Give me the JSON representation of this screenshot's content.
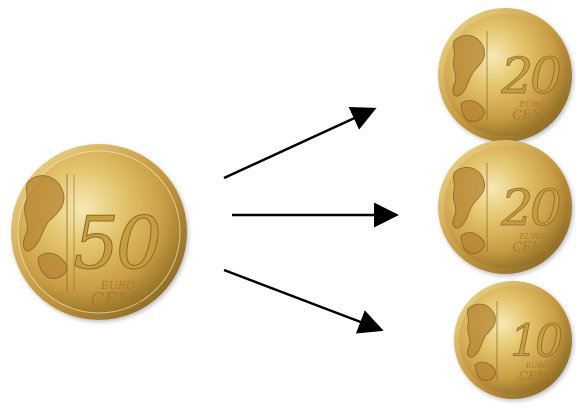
{
  "source_coin": {
    "value": "50",
    "euro_label": "EURO",
    "cent_label": "CENT"
  },
  "result_coins": [
    {
      "value": "20",
      "euro_label": "EURO",
      "cent_label": "CENT"
    },
    {
      "value": "20",
      "euro_label": "EURO",
      "cent_label": "CENT"
    },
    {
      "value": "10",
      "euro_label": "EURO",
      "cent_label": "CENT"
    }
  ],
  "colors": {
    "coin_face": "#d8b65a",
    "coin_highlight": "#f3e3a6",
    "coin_shadow": "#8f6d24",
    "coin_rim": "#b68b2f",
    "arrow": "#000000"
  },
  "icons": {
    "coin_map": "europe-map-icon",
    "arrow": "arrow-right-icon"
  }
}
